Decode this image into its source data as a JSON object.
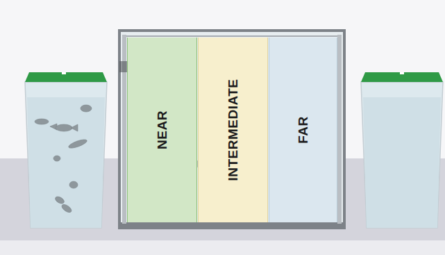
{
  "diagram": {
    "nodes": [
      {
        "text": [
          "NEAR"
        ]
      },
      {
        "text": [
          "INTERMEDIATE"
        ]
      },
      {
        "text": [
          "FAR"
        ]
      }
    ]
  }
}
